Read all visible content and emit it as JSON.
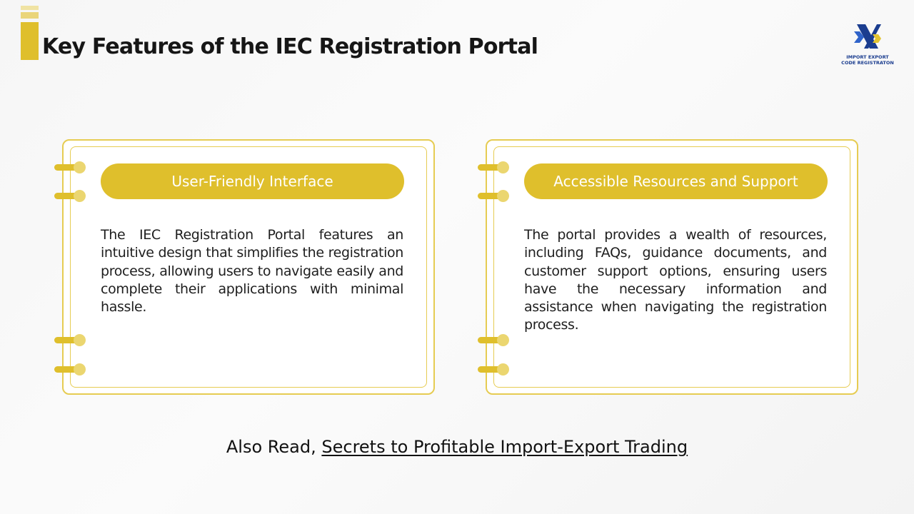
{
  "header": {
    "title": "Key Features of the IEC Registration Portal"
  },
  "logo": {
    "line1": "IMPORT EXPORT",
    "line2": "CODE REGISTRATON"
  },
  "cards": [
    {
      "heading": "User-Friendly Interface",
      "body": "The IEC Registration Portal features an intuitive design that simplifies the registration process, allowing users to navigate easily and complete their applications with minimal hassle."
    },
    {
      "heading": "Accessible Resources and Support",
      "body": "The portal provides a wealth of resources, including FAQs, guidance documents, and customer support options, ensuring users have the necessary information and assistance when navigating the registration process."
    }
  ],
  "footer": {
    "prefix": "Also Read,",
    "link_text": "Secrets to Profitable Import-Export Trading"
  },
  "colors": {
    "accent": "#dfbf2c",
    "brand_blue": "#1b3d8f"
  }
}
